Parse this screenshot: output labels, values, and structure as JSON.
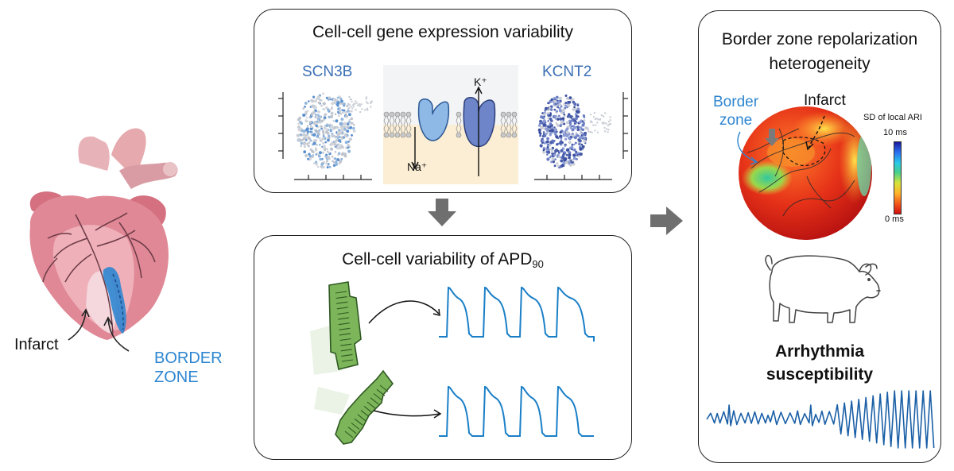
{
  "heart": {
    "infarct_label": "Infarct",
    "border_zone_label_line1": "BORDER",
    "border_zone_label_line2": "ZONE",
    "border_zone_color": "#2e86d1"
  },
  "top_panel": {
    "title": "Cell-cell gene expression variability",
    "gene_left": "SCN3B",
    "gene_right": "KCNT2",
    "ion_top": "K⁺",
    "ion_bottom": "Na⁺",
    "gene_color": "#3a6fb5"
  },
  "bottom_panel": {
    "title_main": "Cell-cell variability of APD",
    "title_sub": "90",
    "trace_color": "#1a7fc7",
    "cell_color": "#7db55a"
  },
  "right_panel": {
    "title_line1": "Border zone repolarization",
    "title_line2": "heterogeneity",
    "border_zone_label_line1": "Border",
    "border_zone_label_line2": "zone",
    "infarct_label": "Infarct",
    "colorbar_title": "SD of local ARI",
    "colorbar_max": "10 ms",
    "colorbar_min": "0 ms",
    "outcome_line1": "Arrhythmia",
    "outcome_line2": "susceptibility",
    "ecg_color": "#1a5fa6"
  }
}
